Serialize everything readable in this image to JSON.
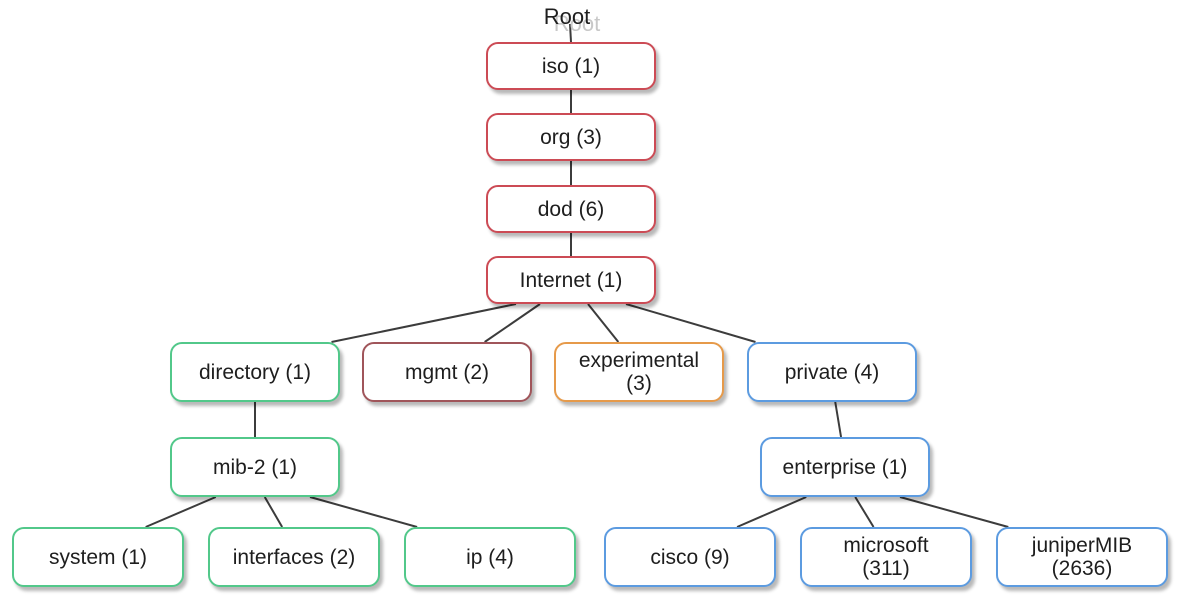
{
  "root": {
    "label": "Root"
  },
  "nodes": {
    "iso": {
      "label": "iso (1)",
      "color": "#cc4b55"
    },
    "org": {
      "label": "org (3)",
      "color": "#cc4b55"
    },
    "dod": {
      "label": "dod (6)",
      "color": "#cc4b55"
    },
    "internet": {
      "label": "Internet (1)",
      "color": "#cc4b55"
    },
    "directory": {
      "label": "directory (1)",
      "color": "#52c88a"
    },
    "mgmt": {
      "label": "mgmt (2)",
      "color": "#a0555a"
    },
    "experimental": {
      "label": "experimental (3)",
      "color": "#e69a4a"
    },
    "private": {
      "label": "private (4)",
      "color": "#5c9be0"
    },
    "mib2": {
      "label": "mib-2 (1)",
      "color": "#52c88a"
    },
    "enterprise": {
      "label": "enterprise (1)",
      "color": "#5c9be0"
    },
    "system": {
      "label": "system (1)",
      "color": "#52c88a"
    },
    "interfaces": {
      "label": "interfaces (2)",
      "color": "#52c88a"
    },
    "ip": {
      "label": "ip (4)",
      "color": "#52c88a"
    },
    "cisco": {
      "label": "cisco (9)",
      "color": "#5c9be0"
    },
    "microsoft": {
      "label": "microsoft (311)",
      "color": "#5c9be0"
    },
    "juniper": {
      "label": "juniperMIB (2636)",
      "color": "#5c9be0"
    }
  },
  "edges": [
    [
      "root",
      "iso"
    ],
    [
      "iso",
      "org"
    ],
    [
      "org",
      "dod"
    ],
    [
      "dod",
      "internet"
    ],
    [
      "internet",
      "directory"
    ],
    [
      "internet",
      "mgmt"
    ],
    [
      "internet",
      "experimental"
    ],
    [
      "internet",
      "private"
    ],
    [
      "directory",
      "mib2"
    ],
    [
      "private",
      "enterprise"
    ],
    [
      "mib2",
      "system"
    ],
    [
      "mib2",
      "interfaces"
    ],
    [
      "mib2",
      "ip"
    ],
    [
      "enterprise",
      "cisco"
    ],
    [
      "enterprise",
      "microsoft"
    ],
    [
      "enterprise",
      "juniper"
    ]
  ]
}
